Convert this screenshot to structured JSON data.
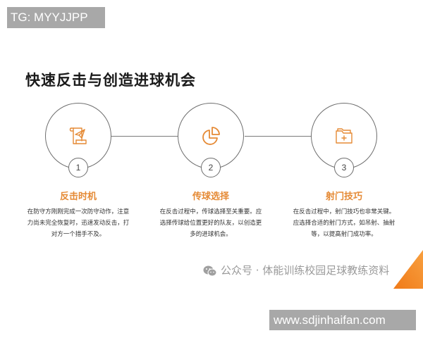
{
  "watermark_top": "TG: MYYJJPP",
  "title": "快速反击与创造进球机会",
  "steps": [
    {
      "number": "1",
      "icon": "scroll-paper-plane-icon",
      "title": "反击时机",
      "desc_lines": [
        "在防守方刚刚完成一次防守动作，注意",
        "力尚未完全恢复时，迅速发动反击，打",
        "对方一个措手不及。"
      ]
    },
    {
      "number": "2",
      "icon": "pie-chart-icon",
      "title": "传球选择",
      "desc_lines": [
        "在反击过程中，传球选择至关重要。应",
        "选择传球给位置更好的队友，以创造更",
        "多的进球机会。"
      ]
    },
    {
      "number": "3",
      "icon": "folder-plus-icon",
      "title": "射门技巧",
      "desc_lines": [
        "在反击过程中，射门技巧也非常关键。",
        "应选择合适的射门方式，如吊射、抽射",
        "等，以提高射门成功率。"
      ]
    }
  ],
  "wechat_source": "公众号 · 体能训练校园足球教练资料",
  "watermark_bottom": "www.sdjinhaifan.com",
  "colors": {
    "accent": "#e58a35",
    "corner_orange": "#f08a24",
    "stroke": "#6e6e6e",
    "watermark_bg": "#a8a8a8"
  }
}
